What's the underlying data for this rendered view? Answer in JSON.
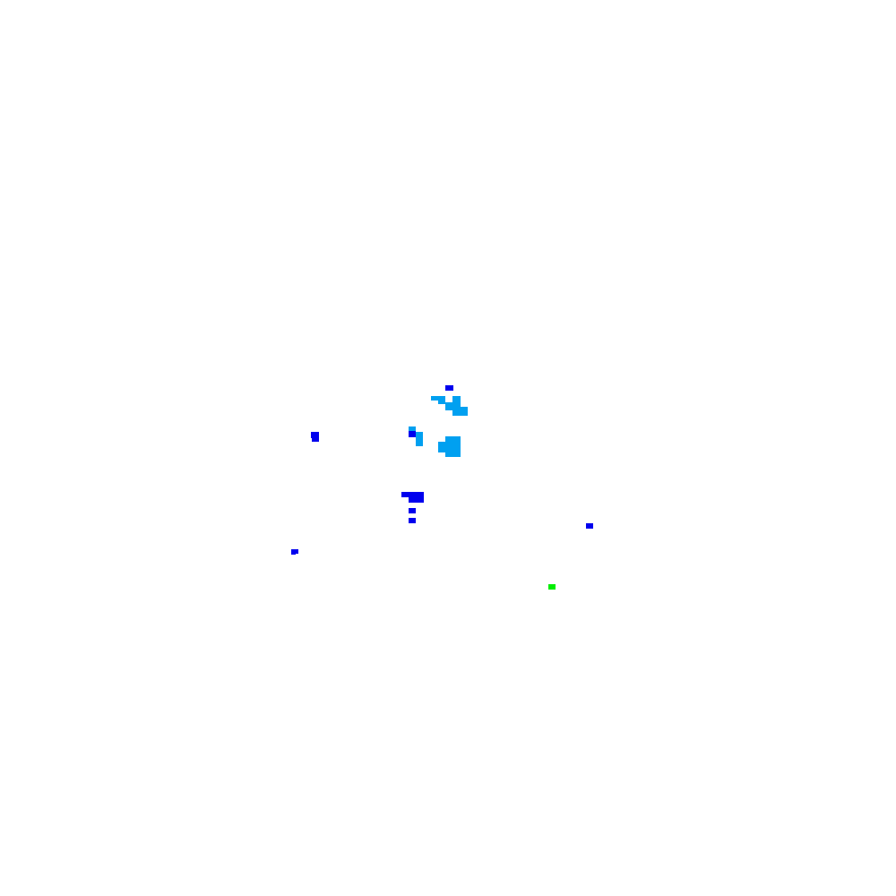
{
  "map": {
    "background_color": "#ffffff",
    "legend": null,
    "colors": {
      "dark_blue": "#0000ee",
      "light_blue": "#00a0f0",
      "green": "#00ee00"
    },
    "regions": [
      {
        "id": "cell-cluster-north-top",
        "color_key": "dark_blue"
      },
      {
        "id": "cell-cluster-north",
        "color_key": "light_blue"
      },
      {
        "id": "cell-cluster-center-left",
        "color_key": "light_blue"
      },
      {
        "id": "cell-cluster-center-left-core",
        "color_key": "dark_blue"
      },
      {
        "id": "cell-cluster-center-right",
        "color_key": "light_blue"
      },
      {
        "id": "cell-cluster-west",
        "color_key": "dark_blue"
      },
      {
        "id": "cell-cluster-south",
        "color_key": "dark_blue"
      },
      {
        "id": "cell-cluster-east",
        "color_key": "dark_blue"
      },
      {
        "id": "cell-cluster-southwest",
        "color_key": "dark_blue"
      },
      {
        "id": "cell-cluster-southeast",
        "color_key": "green"
      }
    ]
  }
}
